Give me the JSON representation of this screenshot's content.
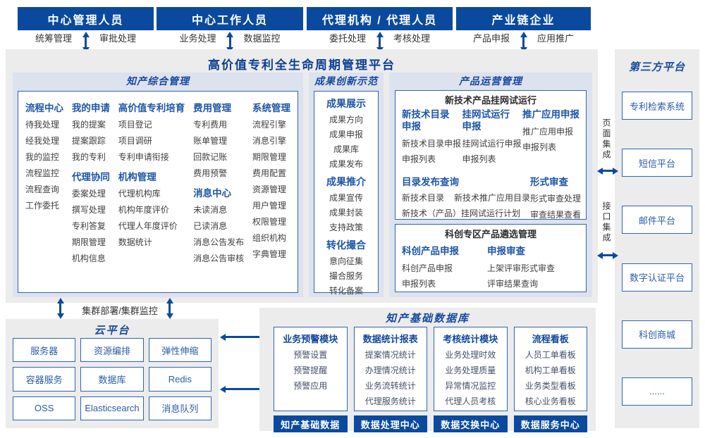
{
  "platform_title": "高价值专利全生命周期管理平台",
  "roles": [
    {
      "name": "中心管理人员",
      "duties": [
        "统筹管理",
        "审批处理"
      ]
    },
    {
      "name": "中心工作人员",
      "duties": [
        "业务处理",
        "数据监控"
      ]
    },
    {
      "name": "代理机构 / 代理人员",
      "duties": [
        "委托处理",
        "考核处理"
      ]
    },
    {
      "name": "产业链企业",
      "duties": [
        "产品申报",
        "应用推广"
      ]
    }
  ],
  "ip_management": {
    "title": "知产综合管理",
    "columns": [
      {
        "groups": [
          {
            "header": "流程中心",
            "items": [
              "待我处理",
              "经我处理",
              "我的监控",
              "流程监控",
              "流程查询",
              "工作委托"
            ]
          }
        ]
      },
      {
        "groups": [
          {
            "header": "我的申请",
            "items": [
              "我的提案",
              "提案跟踪",
              "我的专利"
            ]
          },
          {
            "header": "代理协同",
            "items": [
              "委案处理",
              "撰写处理",
              "专利答复",
              "期限管理",
              "机构信息"
            ]
          }
        ]
      },
      {
        "groups": [
          {
            "header": "高价值专利培育",
            "items": [
              "项目登记",
              "项目调研",
              "专利申请衔接"
            ]
          },
          {
            "header": "机构管理",
            "items": [
              "代理机构库",
              "机构年度评价",
              "代理人年度评价",
              "数据统计"
            ]
          }
        ]
      },
      {
        "groups": [
          {
            "header": "费用管理",
            "items": [
              "专利费用",
              "账单管理",
              "回款记账",
              "费用预警"
            ]
          },
          {
            "header": "消息中心",
            "items": [
              "未读消息",
              "已读消息",
              "消息公告发布",
              "消息公告审核"
            ]
          }
        ]
      },
      {
        "groups": [
          {
            "header": "系统管理",
            "items": [
              "流程引擎",
              "消息引擎",
              "期限管理",
              "费用配置",
              "资源管理",
              "用户管理",
              "权限管理",
              "组织机构",
              "字典管理"
            ]
          }
        ]
      }
    ]
  },
  "achievement_demo": {
    "title": "成果创新示范",
    "groups": [
      {
        "header": "成果展示",
        "items": [
          "成果方向",
          "成果申报",
          "成果库",
          "成果发布"
        ]
      },
      {
        "header": "成果推介",
        "items": [
          "成果宣传",
          "成果封装",
          "支持政策"
        ]
      },
      {
        "header": "转化撮合",
        "items": [
          "意向征集",
          "撮合服务",
          "转化备案"
        ]
      }
    ]
  },
  "product_operation": {
    "title": "产品运营管理",
    "trial_box": {
      "title": "新技术产品挂网试运行",
      "apply_groups": [
        {
          "header": "新技术目录申报",
          "items": [
            "新技术目录申报",
            "申报列表"
          ]
        },
        {
          "header": "挂网试运行申报",
          "items": [
            "挂网试运行申报",
            "申报列表"
          ]
        },
        {
          "header": "推广应用申报",
          "items": [
            "推广应用申报",
            "申报列表"
          ]
        }
      ],
      "catalog_query": {
        "header": "目录发布查询",
        "row1": [
          "新技术目录",
          "新技术推广应用目录"
        ],
        "row2": "新技术（产品）挂网试运行计划"
      },
      "formal_review": {
        "header": "形式审查",
        "items": [
          "形式审查处理",
          "审查结果查看"
        ]
      }
    },
    "selection_box": {
      "title": "科创专区产品遴选管理",
      "groups": [
        {
          "header": "科创产品申报",
          "items": [
            "科创产品申报",
            "申报列表"
          ]
        },
        {
          "header": "申报审查",
          "items": [
            "上架评审形式审查",
            "评审结果查询"
          ]
        }
      ]
    }
  },
  "third_party": {
    "title": "第三方平台",
    "systems": [
      "专利检索系统",
      "短信平台",
      "邮件平台",
      "数字认证平台",
      "科创商城",
      "......"
    ]
  },
  "integrations": {
    "page": "页面集成",
    "api": "接口集成"
  },
  "cluster_label": "集群部署/集群监控",
  "cloud_platform": {
    "title": "云平台",
    "services": [
      "服务器",
      "资源编排",
      "弹性伸缩",
      "容器服务",
      "数据库",
      "Redis",
      "OSS",
      "Elasticsearch",
      "消息队列"
    ]
  },
  "data_warehouse": {
    "title": "知产基础数据库",
    "modules": [
      {
        "header": "业务预警模块",
        "items": [
          "预警设置",
          "预警提醒",
          "预警应用"
        ],
        "badge": "知产基础数据"
      },
      {
        "header": "数据统计报表",
        "items": [
          "提案情况统计",
          "办理情况统计",
          "业务流转统计",
          "代理服务统计"
        ],
        "badge": "数据处理中心"
      },
      {
        "header": "考核统计模块",
        "items": [
          "业务处理时效",
          "业务处理质量",
          "异常情况监控",
          "代理人员考核"
        ],
        "badge": "数据交换中心"
      },
      {
        "header": "流程看板",
        "items": [
          "人员工单看板",
          "机构工单看板",
          "业务类型看板",
          "核心业务看板"
        ],
        "badge": "数据服务中心"
      }
    ]
  },
  "colors": {
    "primary_blue": "#0a4a9e",
    "border_blue": "#3463ae",
    "header_text_blue": "#1e56a8",
    "title_navy": "#0c3f93",
    "section_lavender": "#dde2ef",
    "panel_gray": "#ececec",
    "item_text": "#3f3f3f",
    "badge_text": "#ffffff"
  }
}
